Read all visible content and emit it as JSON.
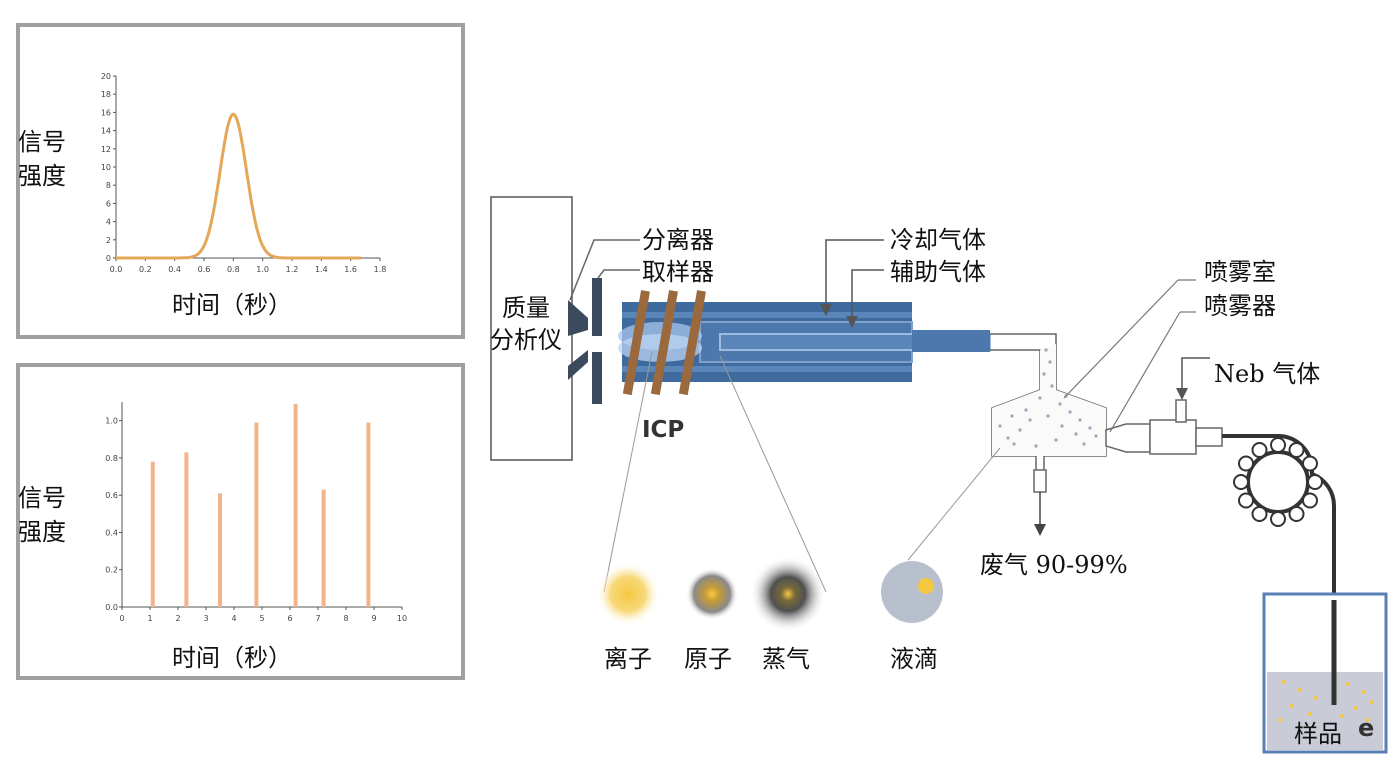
{
  "chart_data": [
    {
      "type": "line",
      "ylabel": "信号强度",
      "ylabel_lines": [
        "信号",
        "强度"
      ],
      "xlabel": "时间（秒）",
      "xlim": [
        0.0,
        1.8
      ],
      "ylim": [
        0,
        20
      ],
      "x_ticks": [
        "0.0",
        "0.2",
        "0.4",
        "0.6",
        "0.8",
        "1.0",
        "1.2",
        "1.4",
        "1.6",
        "1.8"
      ],
      "y_ticks": [
        "0",
        "2",
        "4",
        "6",
        "8",
        "10",
        "12",
        "14",
        "16",
        "18",
        "20"
      ],
      "peak": {
        "center": 0.8,
        "height": 15.8,
        "sigma": 0.09
      },
      "line_color": "#e3a857"
    },
    {
      "type": "bar",
      "ylabel": "信号强度",
      "ylabel_lines": [
        "信号",
        "强度"
      ],
      "xlabel": "时间（秒）",
      "xlim": [
        0,
        10
      ],
      "ylim": [
        0.0,
        1.1
      ],
      "x_ticks": [
        "0",
        "1",
        "2",
        "3",
        "4",
        "5",
        "6",
        "7",
        "8",
        "9",
        "10"
      ],
      "y_ticks": [
        "0.0",
        "0.2",
        "0.4",
        "0.6",
        "0.8",
        "1.0"
      ],
      "x": [
        1.1,
        2.3,
        3.5,
        4.8,
        6.2,
        7.2,
        8.8
      ],
      "values": [
        0.78,
        0.83,
        0.61,
        0.99,
        1.09,
        0.63,
        0.99
      ],
      "bar_color": "#f2b58b"
    }
  ],
  "diagram": {
    "mass_analyzer": "质量分析仪",
    "mass_analyzer_lines": [
      "质量",
      "分析仪"
    ],
    "skimmer": "分离器",
    "sampler": "取样器",
    "cooling_gas": "冷却气体",
    "auxiliary_gas": "辅助气体",
    "icp": "ICP",
    "spray_chamber": "喷雾室",
    "nebulizer": "喷雾器",
    "neb_gas": "Neb 气体",
    "waste": "废气 90-99%",
    "ion": "离子",
    "atom": "原子",
    "vapor": "蒸气",
    "droplet": "液滴",
    "sample": "样品",
    "e_mark": "e"
  },
  "colors": {
    "torch_blue": "#3f6a9e",
    "torch_light": "#7fa2cc",
    "coil": "#9a6a3e",
    "ion_yellow": "#f5c842",
    "droplet_gray": "#b8c0ce",
    "frame_gray": "#9a9a9a",
    "beaker_blue": "#5a7fb5"
  }
}
